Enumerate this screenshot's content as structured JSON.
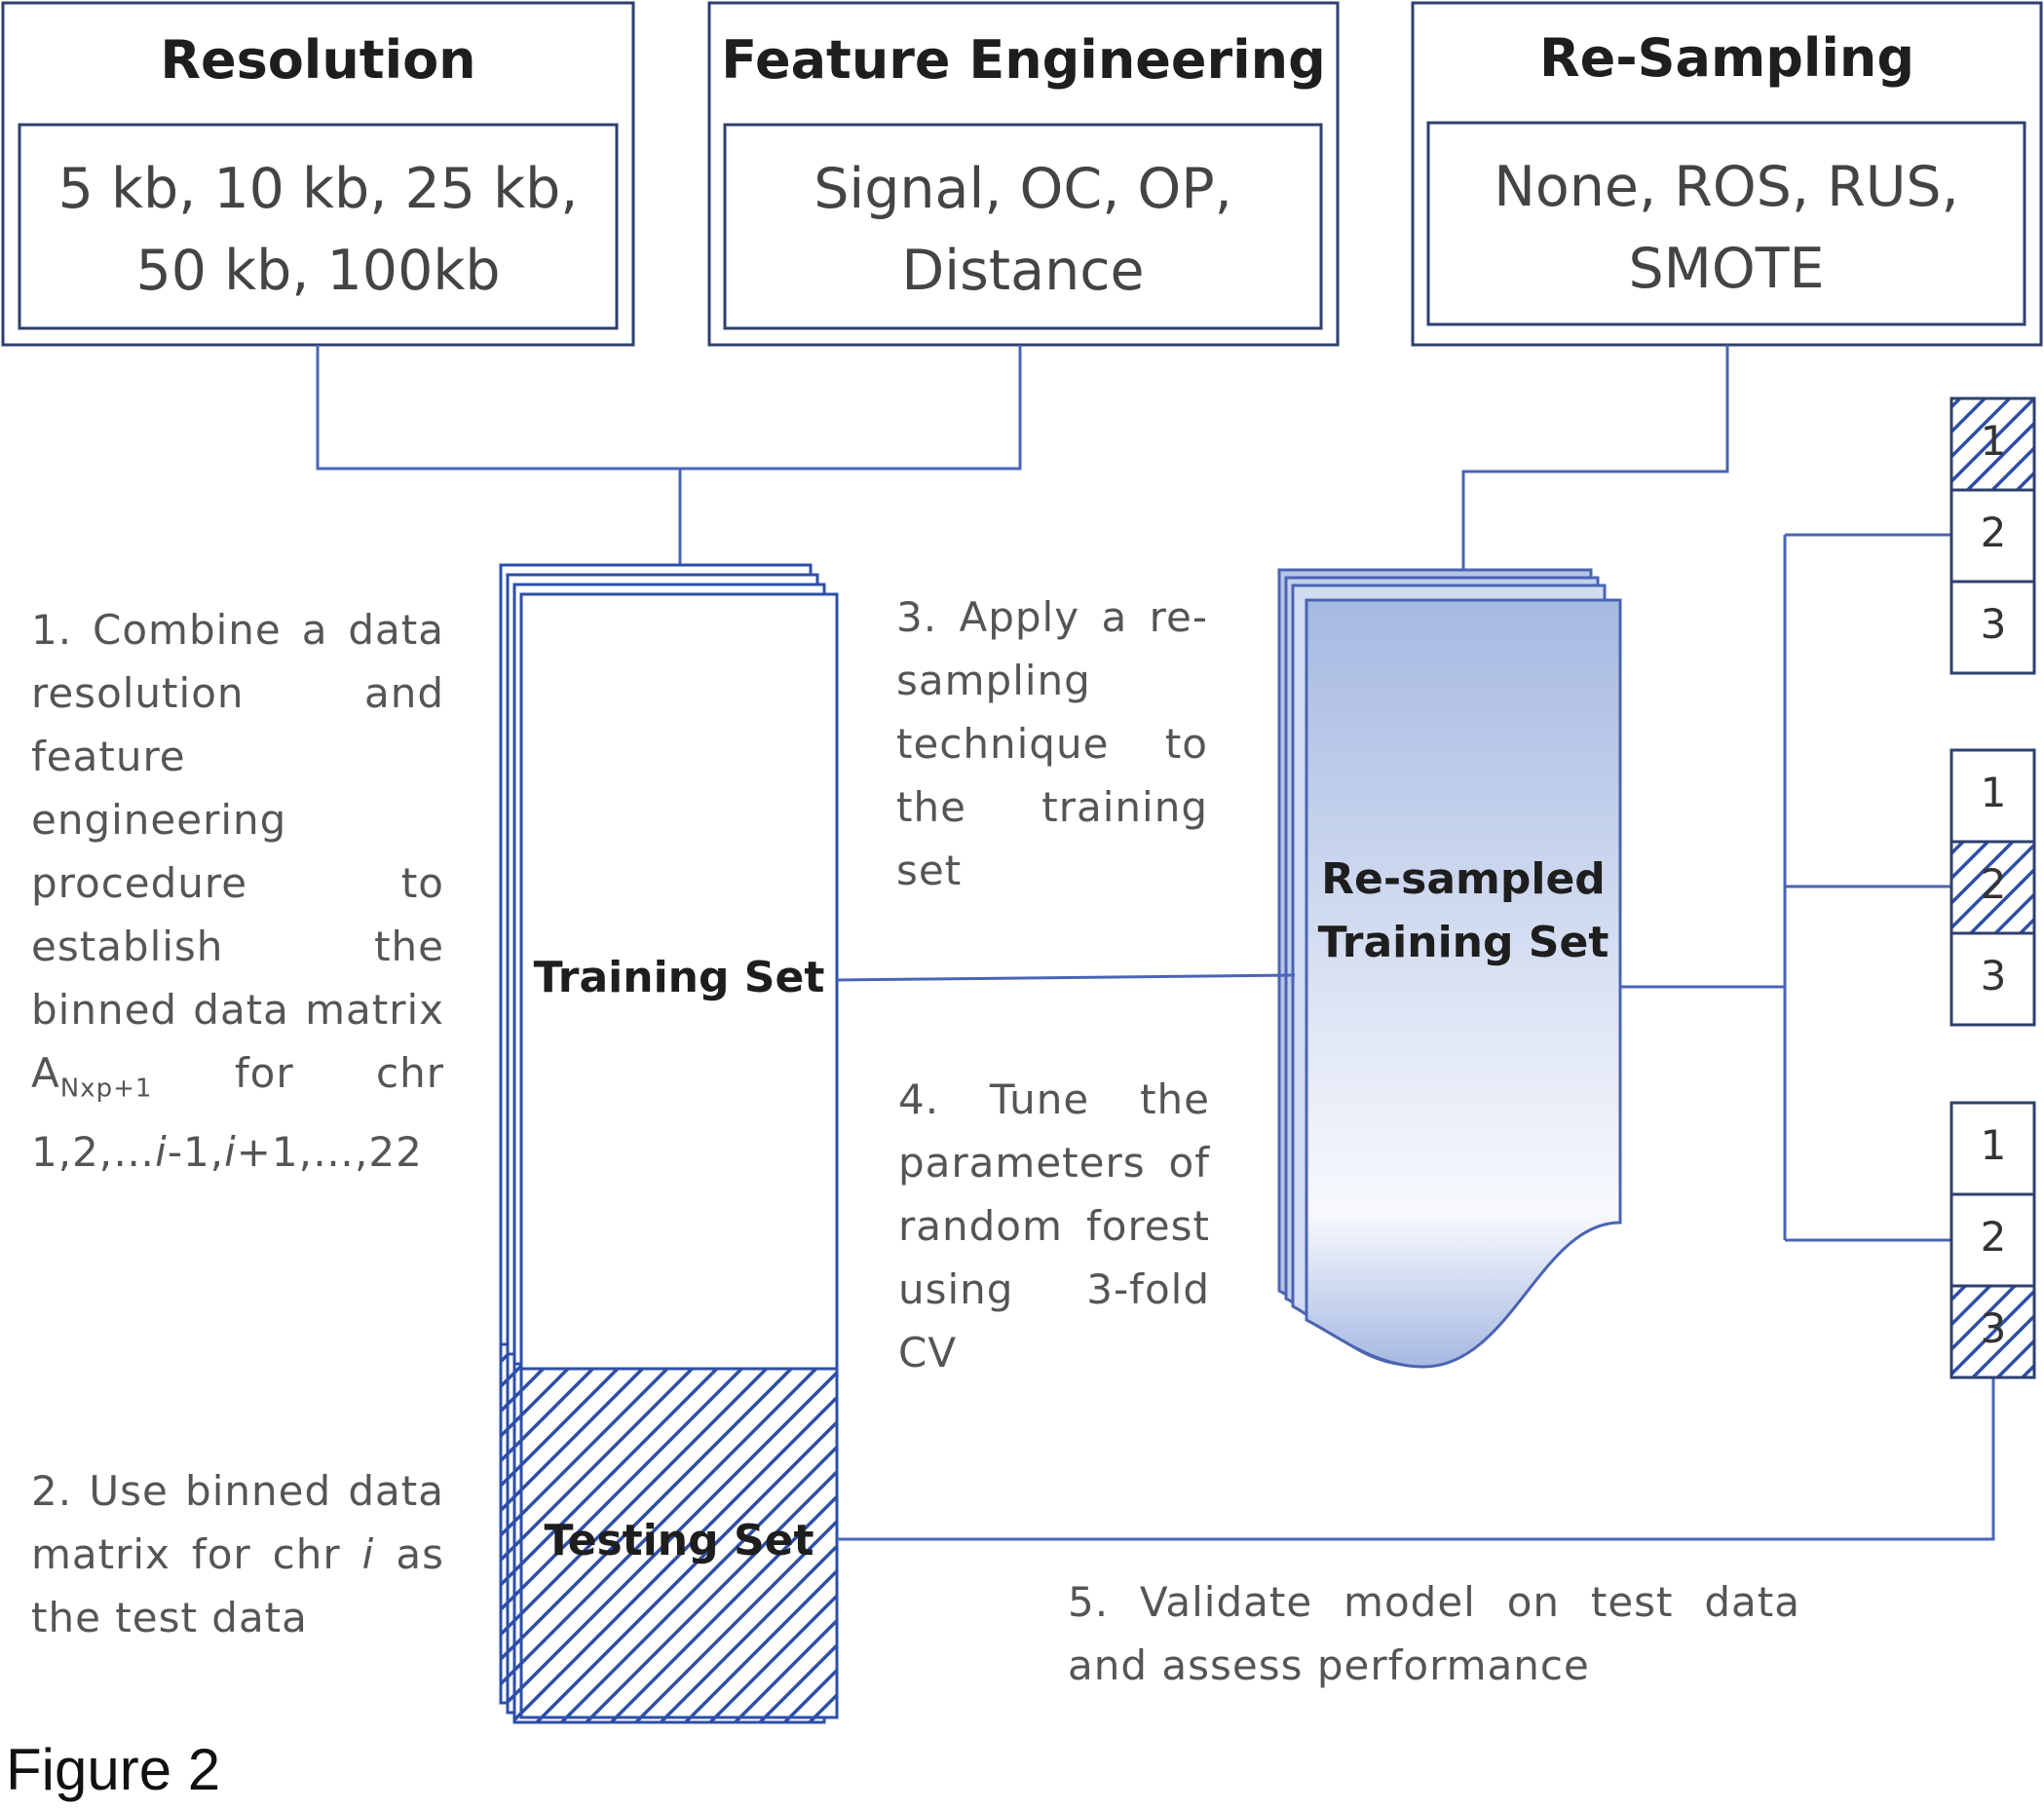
{
  "stages": {
    "resolution": {
      "title": "Resolution",
      "options": [
        "5 kb, 10 kb, 25 kb,",
        "50 kb, 100kb"
      ]
    },
    "feature_engineering": {
      "title": "Feature Engineering",
      "options": [
        "Signal, OC, OP,",
        "Distance"
      ]
    },
    "resampling": {
      "title": "Re-Sampling",
      "options": [
        "None, ROS, RUS,",
        "SMOTE"
      ]
    }
  },
  "sets": {
    "training": "Training Set",
    "testing": "Testing Set",
    "resampled": [
      "Re-sampled",
      "Training Set"
    ]
  },
  "steps": {
    "step1": {
      "pre": "1. Combine a data resolution and feature engineering procedure to establish the binned data matrix A",
      "sub": "Nxp+1",
      "mid": " for chr 1,2,…",
      "i1": "i",
      "mid2": "-1,",
      "i2": "i",
      "post": "+1,…,22"
    },
    "step2": {
      "pre": "2. Use binned data matrix for chr ",
      "i": "i",
      "post": " as the test data"
    },
    "step3": "3. Apply a re-sampling technique to the training set",
    "step4": "4. Tune the parameters of random forest using 3-fold CV",
    "step5": "5. Validate model on test data and assess performance"
  },
  "folds": [
    {
      "labels": [
        "1",
        "2",
        "3"
      ],
      "held_out": "1"
    },
    {
      "labels": [
        "1",
        "2",
        "3"
      ],
      "held_out": "2"
    },
    {
      "labels": [
        "1",
        "2",
        "3"
      ],
      "held_out": "3"
    }
  ],
  "caption": "Figure 2",
  "colors": {
    "line": "#4a64b4",
    "box_border": "#2f3f6e",
    "hatch": "#2e4fa8",
    "gradient_top": "#a6b9e2"
  }
}
